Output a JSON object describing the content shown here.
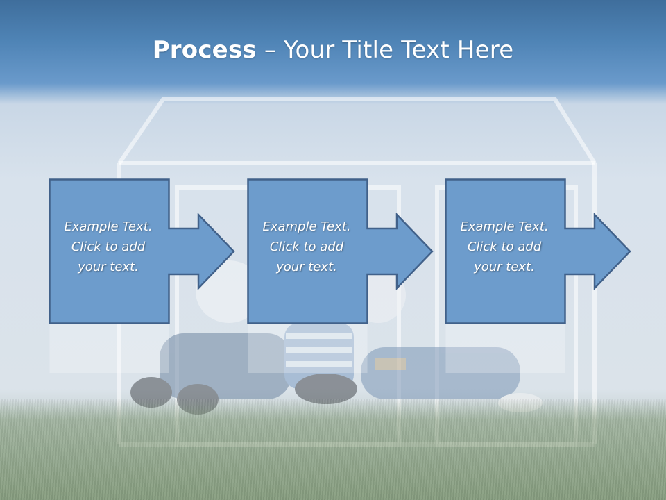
{
  "title": {
    "bold": "Process",
    "rest": " – Your Title Text Here"
  },
  "steps": [
    {
      "line1": "Example Text.",
      "line2": "Click  to add",
      "line3": "your text."
    },
    {
      "line1": "Example Text.",
      "line2": "Click  to add",
      "line3": "your text."
    },
    {
      "line1": "Example Text.",
      "line2": "Click  to add",
      "line3": "your text."
    }
  ],
  "colors": {
    "box_fill": "#6d9ccc",
    "box_stroke": "#41618a",
    "title_text": "#ffffff",
    "header_blue": "#4f84b6"
  }
}
